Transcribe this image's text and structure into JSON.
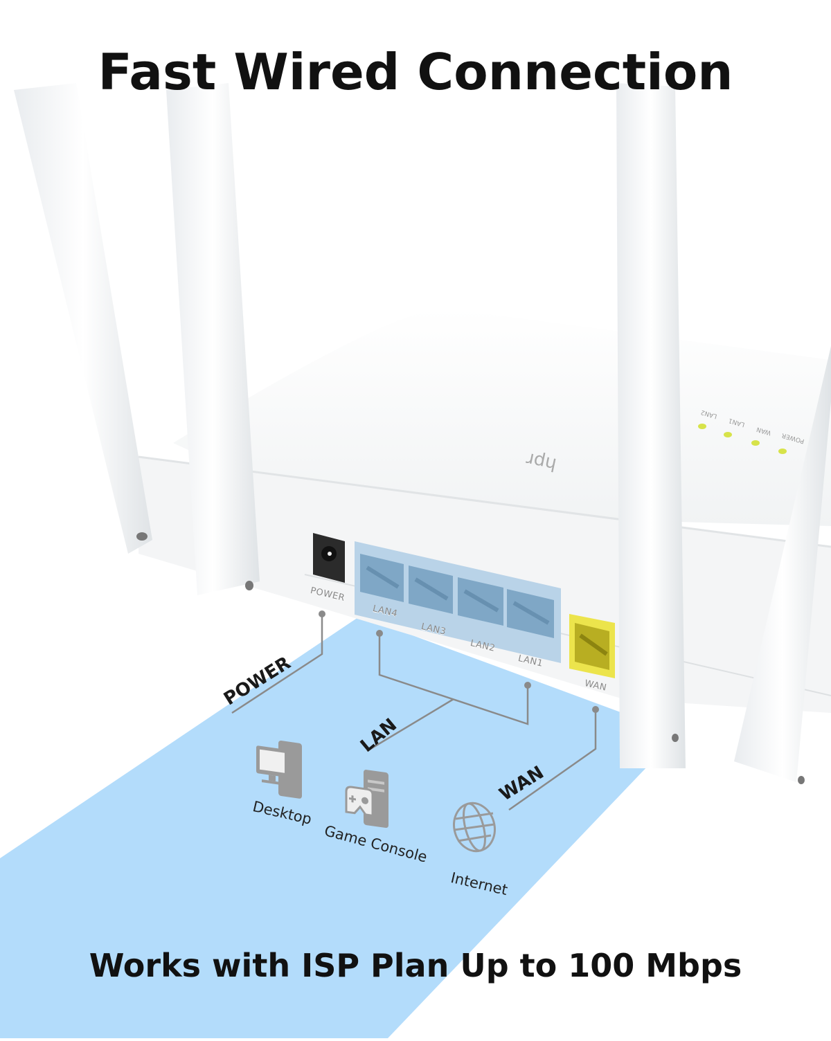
{
  "header": {
    "title": "Fast Wired Connection"
  },
  "footer": {
    "tagline": "Works with ISP Plan Up to 100 Mbps"
  },
  "router": {
    "brand_mark": "hpr",
    "ports": [
      {
        "id": "power",
        "label": "POWER",
        "color": "#2b2b2b"
      },
      {
        "id": "lan4",
        "label": "LAN4",
        "color": "#8fb3cf"
      },
      {
        "id": "lan3",
        "label": "LAN3",
        "color": "#8fb3cf"
      },
      {
        "id": "lan2",
        "label": "LAN2",
        "color": "#8fb3cf"
      },
      {
        "id": "lan1",
        "label": "LAN1",
        "color": "#8fb3cf"
      },
      {
        "id": "wan",
        "label": "WAN",
        "color": "#e6e04a"
      }
    ],
    "leds": [
      "LAN2",
      "LAN1",
      "WAN",
      "POWER"
    ]
  },
  "diagram": {
    "callouts": {
      "power": "POWER",
      "lan": "LAN",
      "wan": "WAN"
    },
    "devices": [
      {
        "name": "Desktop",
        "icon": "desktop-icon"
      },
      {
        "name": "Game Console",
        "icon": "game-console-icon"
      },
      {
        "name": "Internet",
        "icon": "globe-icon"
      }
    ]
  },
  "colors": {
    "band": "#b3dcfb",
    "lan_panel": "#b9d3e8",
    "lan_port": "#7fa7c6",
    "wan_port": "#ece44c",
    "line": "#8a8a8a",
    "icon": "#9a9a9a"
  }
}
